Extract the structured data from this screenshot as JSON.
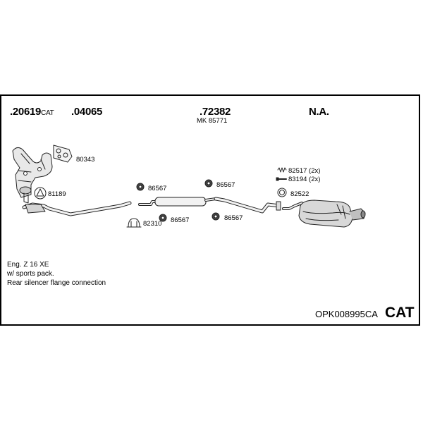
{
  "header": {
    "part_a": ".20619",
    "part_a_suffix": "CAT",
    "part_b": ".04065",
    "part_c": ".72382",
    "part_c_sub": "MK  85771",
    "part_d": "N.A."
  },
  "components": {
    "manifold_gasket": "80343",
    "gasket_ring": "81189",
    "clamp_left_top": "86567",
    "clamp_left_bottom": "86567",
    "clamp_right_top": "86567",
    "clamp_right_bottom": "86567",
    "u_clamp": "82310",
    "spring": "82517 (2x)",
    "bolt": "83194 (2x)",
    "ring": "82522"
  },
  "notes": {
    "line1": "Eng. Z 16 XE",
    "line2": "w/ sports pack.",
    "line3": "Rear silencer flange connection"
  },
  "footer": {
    "code": "OPK008995CA",
    "cat": "CAT"
  }
}
